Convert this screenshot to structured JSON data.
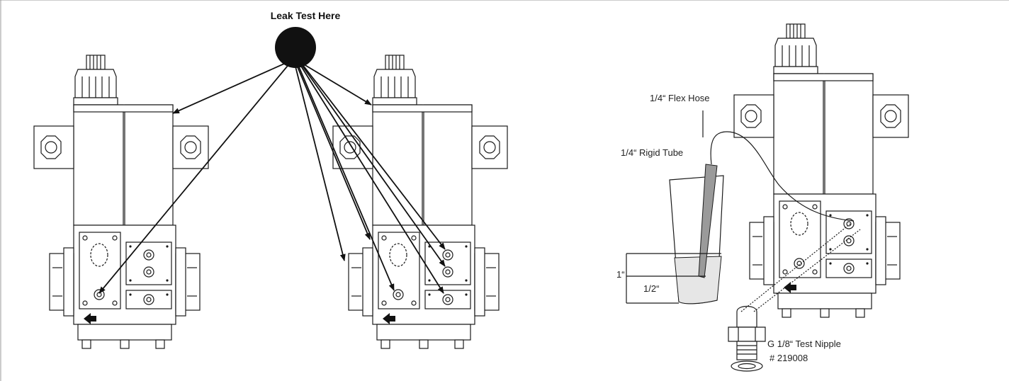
{
  "labels": {
    "leak_test": "Leak Test Here",
    "flex_hose": "1/4“ Flex Hose",
    "rigid_tube": "1/4“ Rigid Tube",
    "one_inch": "1“",
    "half_inch": "1/2“",
    "test_nipple": "G 1/8“ Test Nipple",
    "part_number": "# 219008"
  }
}
